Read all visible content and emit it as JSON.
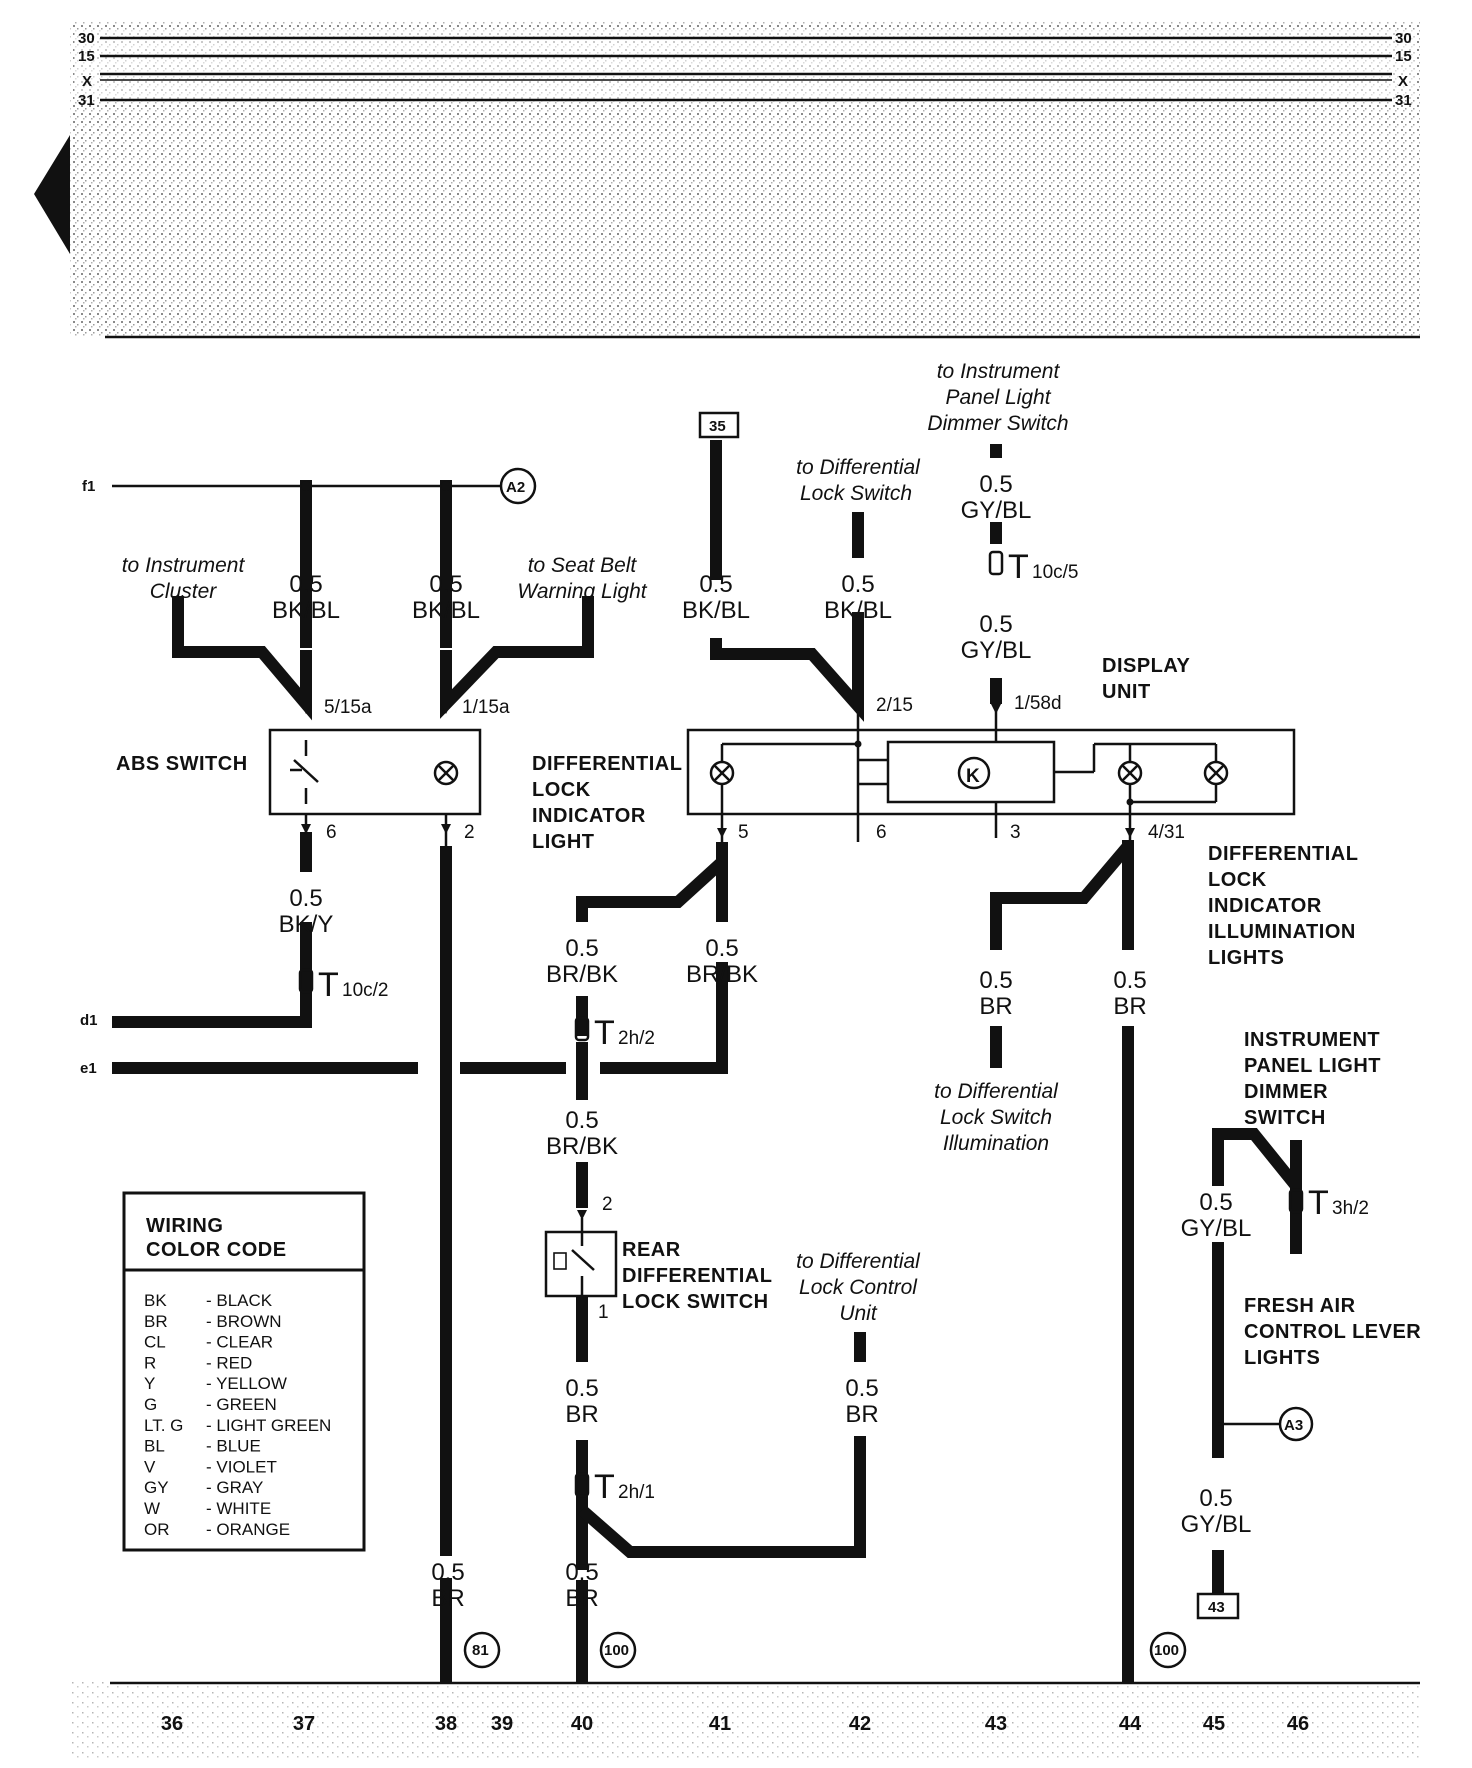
{
  "bus": {
    "left": [
      "30",
      "15",
      "X",
      "31"
    ],
    "right": [
      "30",
      "15",
      "X",
      "31"
    ],
    "circuits": [
      "f1",
      "d1",
      "e1"
    ],
    "ground_refs": [
      "81",
      "100",
      "100"
    ]
  },
  "columns": [
    "36",
    "37",
    "38",
    "39",
    "40",
    "41",
    "42",
    "43",
    "44",
    "45",
    "46"
  ],
  "refs": {
    "a2": "A2",
    "a3": "A3",
    "box35": "35",
    "box43": "43"
  },
  "notes": {
    "to_instrument_cluster": [
      "to Instrument",
      "Cluster"
    ],
    "to_seat_belt": [
      "to Seat Belt",
      "Warning Light"
    ],
    "to_diff_lock_switch": [
      "to Differential",
      "Lock Switch"
    ],
    "to_dimmer_switch": [
      "to Instrument",
      "Panel Light",
      "Dimmer Switch"
    ],
    "to_diff_lock_illum": [
      "to Differential",
      "Lock Switch",
      "Illumination"
    ],
    "to_diff_lock_control": [
      "to Differential",
      "Lock Control",
      "Unit"
    ]
  },
  "components": {
    "abs_switch": "ABS SWITCH",
    "diff_lock_indicator": [
      "DIFFERENTIAL",
      "LOCK",
      "INDICATOR",
      "LIGHT"
    ],
    "display_unit": [
      "DISPLAY",
      "UNIT"
    ],
    "diff_lock_illum": [
      "DIFFERENTIAL",
      "LOCK",
      "INDICATOR",
      "ILLUMINATION",
      "LIGHTS"
    ],
    "dimmer_switch": [
      "INSTRUMENT",
      "PANEL LIGHT",
      "DIMMER",
      "SWITCH"
    ],
    "rear_diff_switch": [
      "REAR",
      "DIFFERENTIAL",
      "LOCK SWITCH"
    ],
    "fresh_air": [
      "FRESH AIR",
      "CONTROL LEVER",
      "LIGHTS"
    ],
    "k": "K"
  },
  "wires": {
    "w1": [
      "0.5",
      "BK/BL"
    ],
    "w2": [
      "0.5",
      "BK/BL"
    ],
    "w3": [
      "0.5",
      "BK/BL"
    ],
    "w4": [
      "0.5",
      "BK/BL"
    ],
    "w5": [
      "0.5",
      "GY/BL"
    ],
    "w6": [
      "0.5",
      "GY/BL"
    ],
    "w7": [
      "0.5",
      "BK/Y"
    ],
    "w8": [
      "0.5",
      "BR/BK"
    ],
    "w9": [
      "0.5",
      "BR/BK"
    ],
    "w10": [
      "0.5",
      "BR/BK"
    ],
    "w11": [
      "0.5",
      "BR"
    ],
    "w12": [
      "0.5",
      "BR"
    ],
    "w13": [
      "0.5",
      "GY/BL"
    ],
    "w14": [
      "0.5",
      "BR"
    ],
    "w15": [
      "0.5",
      "BR"
    ],
    "w16": [
      "0.5",
      "GY/BL"
    ],
    "w17": [
      "0.5",
      "BR"
    ],
    "w18": [
      "0.5",
      "BR"
    ]
  },
  "pins": {
    "abs_in": "5/15a",
    "abs_in2": "1/15a",
    "abs_out": "6",
    "abs_out2": "2",
    "du_215": "2/15",
    "du_158d": "1/58d",
    "du_5": "5",
    "du_6": "6",
    "du_3": "3",
    "du_431": "4/31",
    "rs_2": "2",
    "rs_1": "1"
  },
  "terminals": {
    "t1": {
      "main": "T",
      "sub": "10c/5"
    },
    "t2": {
      "main": "T",
      "sub": "10c/2"
    },
    "t3": {
      "main": "T",
      "sub": "2h/2"
    },
    "t4": {
      "main": "T",
      "sub": "3h/2"
    },
    "t5": {
      "main": "T",
      "sub": "2h/1"
    }
  },
  "legend": {
    "title": [
      "WIRING",
      "COLOR CODE"
    ],
    "rows": [
      [
        "BK",
        "- BLACK"
      ],
      [
        "BR",
        "- BROWN"
      ],
      [
        "CL",
        "- CLEAR"
      ],
      [
        "R",
        "- RED"
      ],
      [
        "Y",
        "- YELLOW"
      ],
      [
        "G",
        "- GREEN"
      ],
      [
        "LT. G",
        "- LIGHT GREEN"
      ],
      [
        "BL",
        "- BLUE"
      ],
      [
        "V",
        "- VIOLET"
      ],
      [
        "GY",
        "- GRAY"
      ],
      [
        "W",
        "- WHITE"
      ],
      [
        "OR",
        "- ORANGE"
      ]
    ]
  }
}
